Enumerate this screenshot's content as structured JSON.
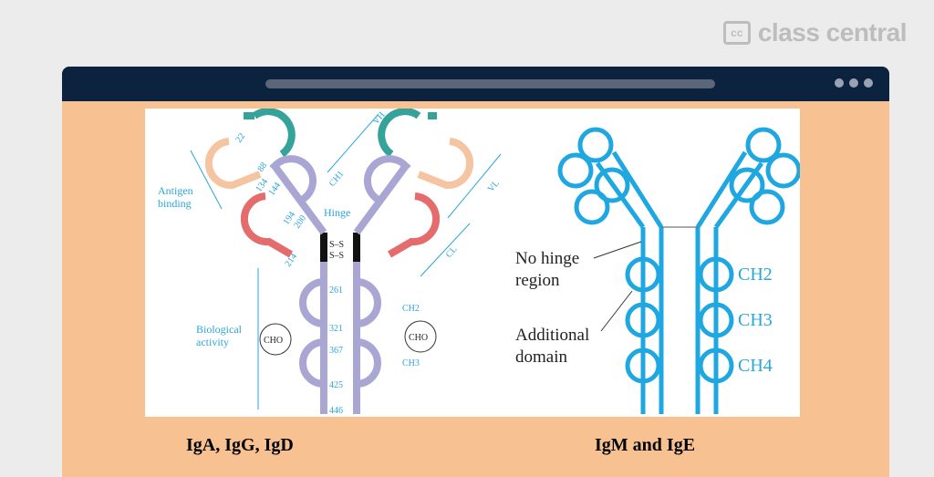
{
  "brand": {
    "logo_letters": "cc",
    "name": "class central"
  },
  "captions": {
    "left": "IgA, IgG, IgD",
    "right": "IgM and IgE"
  },
  "left_diagram": {
    "labels": {
      "antigen": "Antigen",
      "binding": "binding",
      "hinge": "Hinge",
      "biological": "Biological",
      "activity": "activity",
      "cho": "CHO",
      "ch2": "CH2",
      "ch3": "CH3",
      "ch1": "CH1",
      "vh": "VH",
      "vl": "VL",
      "cl": "CL",
      "ss": "S–S"
    },
    "residues": [
      "22",
      "88",
      "134",
      "144",
      "194",
      "200",
      "214",
      "261",
      "321",
      "367",
      "425",
      "446"
    ]
  },
  "right_diagram": {
    "labels": {
      "no_hinge_1": "No hinge",
      "no_hinge_2": "region",
      "additional_1": "Additional",
      "additional_2": "domain",
      "ch2": "CH2",
      "ch3": "CH3",
      "ch4": "CH4"
    }
  },
  "colors": {
    "vh": "#36a39b",
    "vl": "#f5c4a0",
    "cl": "#e46c6c",
    "heavy": "#a9a6d4",
    "blue": "#1ea7e1",
    "label": "#29a6da"
  }
}
